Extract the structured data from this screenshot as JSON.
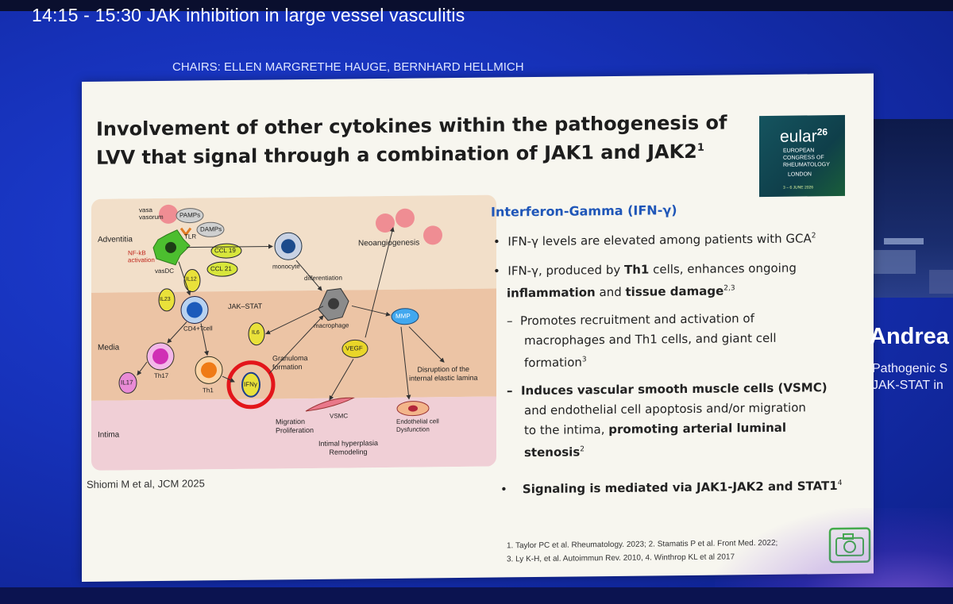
{
  "header": {
    "session_title": "14:15 - 15:30  JAK inhibition in large vessel vasculitis",
    "chairs": "CHAIRS: ELLEN MARGRETHE HAUGE, BERNHARD HELLMICH"
  },
  "slide": {
    "title_line1": "Involvement of other cytokines within the pathogenesis of",
    "title_line2": "LVV that signal through a combination of JAK1 and JAK2",
    "title_sup": "1",
    "logo": {
      "brand": "eular",
      "edition": "26",
      "line1": "EUROPEAN",
      "line2": "CONGRESS OF",
      "line3": "RHEUMATOLOGY",
      "city": "LONDON",
      "dates": "3 – 6 JUNE 2026"
    },
    "diagram": {
      "layers": {
        "adventitia": "Adventitia",
        "media": "Media",
        "intima": "Intima"
      },
      "labels": {
        "vasa": "vasa",
        "vasorum": "vasorum",
        "pamps": "PAMPs",
        "damps": "DAMPs",
        "tlr": "TLR",
        "nfkb": "NF-kB",
        "activation": "activation",
        "vasdc": "vasDC",
        "ccl19": "CCL 19",
        "ccl21": "CCL 21",
        "il12": "IL12",
        "il23": "IL23",
        "monocyte": "monocyte",
        "differentiation": "differentiation",
        "neoangiogenesis": "Neoangiogenesis",
        "jakstat": "JAK–STAT",
        "cd4": "CD4+Tcell",
        "il6": "IL6",
        "macrophage": "macrophage",
        "mmp": "MMP",
        "vegf": "VEGF",
        "th17": "Th17",
        "th1": "Th1",
        "il17": "IL17",
        "ifng": "IFNγ",
        "granuloma1": "Granuloma",
        "granuloma2": "formation",
        "disruption1": "Disruption of the",
        "disruption2": "internal elastic lamina",
        "migration": "Migration",
        "proliferation": "Proliferation",
        "vsmc": "VSMC",
        "endo1": "Endothelial cell",
        "endo2": "Dysfunction",
        "hyper1": "Intimal hyperplasia",
        "hyper2": "Remodeling"
      }
    },
    "citation": "Shiomi M et al, JCM 2025",
    "right": {
      "heading": "Interferon-Gamma (IFN-γ)",
      "b1": "IFN-γ levels are elevated among patients with GCA",
      "b1_sup": "2",
      "b2_pre": "IFN-γ, produced by ",
      "b2_th1": "Th1",
      "b2_post": " cells, enhances ongoing",
      "b2_infl": "inflammation",
      "b2_and": " and ",
      "b2_td": "tissue damage",
      "b2_sup": "2,3",
      "s1_l1": "Promotes recruitment and activation of",
      "s1_l2": "macrophages and Th1 cells, and giant cell",
      "s1_l3": "formation",
      "s1_sup": "3",
      "s2_l1": "Induces vascular smooth muscle cells (VSMC)",
      "s2_l2": "and endothelial cell apoptosis and/or migration",
      "s2_l3_pre": "to the intima, ",
      "s2_l3_bold": "promoting arterial luminal",
      "s2_l4": "stenosis",
      "s2_sup": "2",
      "b3": "Signaling is mediated via JAK1-JAK2 and STAT1",
      "b3_sup": "4"
    },
    "references": {
      "line1": "1. Taylor PC et al. Rheumatology. 2023; 2. Stamatis P et al. Front Med. 2022;",
      "line2": "3. Ly K-H, et al. Autoimmun Rev. 2010, 4. Winthrop KL et al 2017"
    }
  },
  "speaker": {
    "name": "Andrea",
    "sub1": "Pathogenic S",
    "sub2": "JAK-STAT in"
  },
  "colors": {
    "background": "#1631b8",
    "heading_blue": "#1f56b8",
    "slide_bg": "#f7f6ef"
  },
  "icons": {
    "camera": "camera-icon"
  }
}
